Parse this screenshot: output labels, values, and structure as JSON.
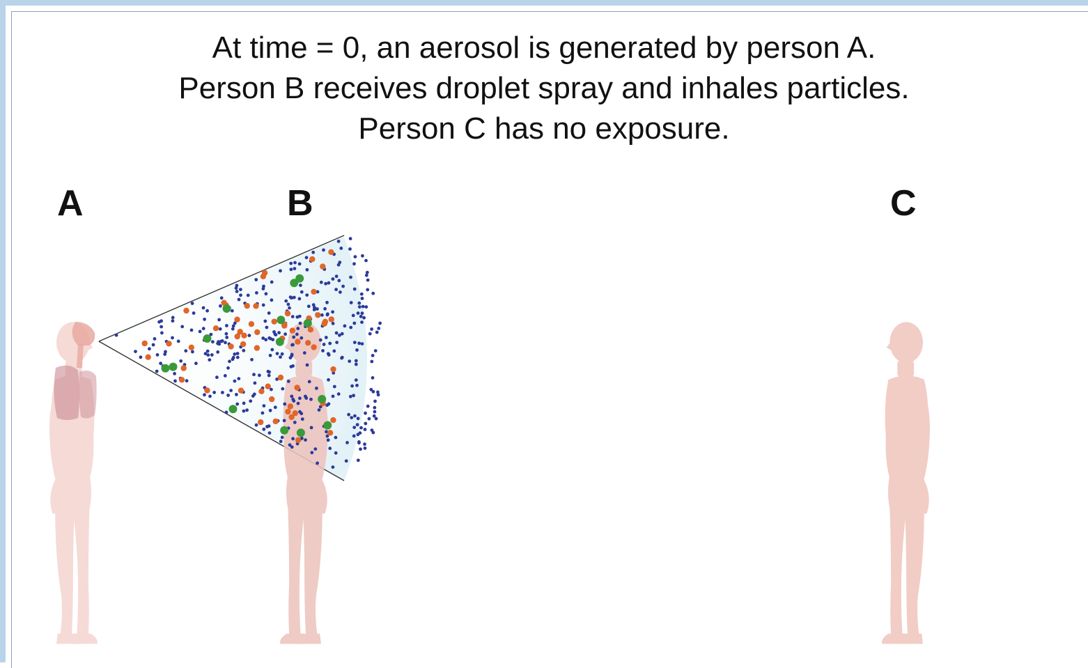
{
  "caption": {
    "line1": "At time = 0, an aerosol is generated by person A.",
    "line2": "Person B receives droplet spray and inhales particles.",
    "line3": "Person C has no exposure."
  },
  "people": [
    {
      "id": "A",
      "label": "A",
      "role": "aerosol source (internal organs shown)"
    },
    {
      "id": "B",
      "label": "B",
      "role": "exposed to spray"
    },
    {
      "id": "C",
      "label": "C",
      "role": "no exposure"
    }
  ],
  "particles": {
    "colors": {
      "small": "#2b3a9a",
      "medium": "#e0662a",
      "large": "#3a9a3a"
    }
  },
  "colors": {
    "frame": "#b9d3e8",
    "skin": "#f3d2cd",
    "skin_dark": "#e3b2ab",
    "lung": "#c98a92",
    "cone_fill": "#e6f3f7"
  }
}
